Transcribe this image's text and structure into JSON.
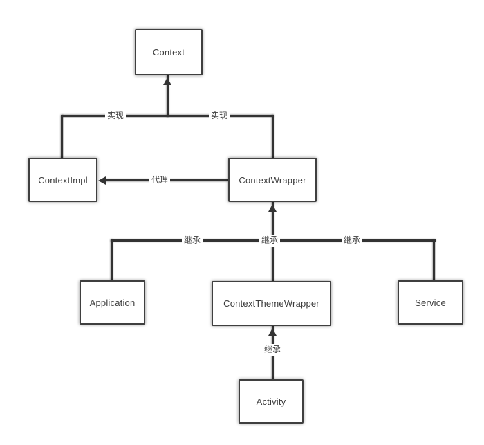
{
  "diagram": {
    "nodes": {
      "context": {
        "label": "Context"
      },
      "contextimpl": {
        "label": "ContextImpl"
      },
      "contextwrapper": {
        "label": "ContextWrapper"
      },
      "application": {
        "label": "Application"
      },
      "contextthemewrapper": {
        "label": "ContextThemeWrapper"
      },
      "service": {
        "label": "Service"
      },
      "activity": {
        "label": "Activity"
      }
    },
    "edges": [
      {
        "from": "ContextImpl",
        "to": "Context",
        "label": "实现"
      },
      {
        "from": "ContextWrapper",
        "to": "Context",
        "label": "实现"
      },
      {
        "from": "ContextWrapper",
        "to": "ContextImpl",
        "label": "代理"
      },
      {
        "from": "Application",
        "to": "ContextWrapper",
        "label": "继承"
      },
      {
        "from": "ContextThemeWrapper",
        "to": "ContextWrapper",
        "label": "继承"
      },
      {
        "from": "Service",
        "to": "ContextWrapper",
        "label": "继承"
      },
      {
        "from": "Activity",
        "to": "ContextThemeWrapper",
        "label": "继承"
      }
    ],
    "colors": {
      "background": "#ffffff",
      "line": "#333333",
      "node_border": "#3f3f3f",
      "node_fill": "#ffffff",
      "text": "#3c3c3c"
    }
  }
}
